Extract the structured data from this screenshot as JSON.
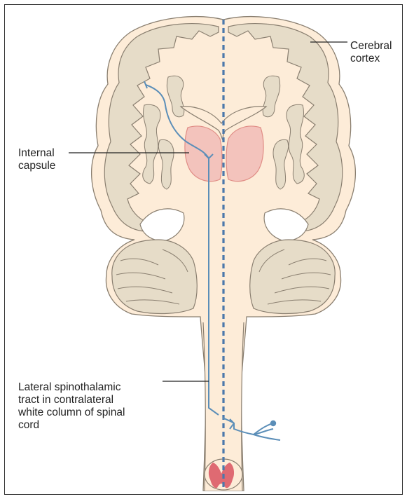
{
  "labels": {
    "cerebral_cortex": "Cerebral\ncortex",
    "internal_capsule": "Internal\ncapsule",
    "lateral_tract": "Lateral spinothalamic\ntract in contralateral\nwhite column of spinal\ncord"
  },
  "colors": {
    "tissue_fill": "#fdecd8",
    "cortex_fill": "#e6dcc8",
    "outline": "#8a7f70",
    "thalamus_fill": "#f3c3bc",
    "thalamus_stroke": "#e08d86",
    "spinal_gray": "#df6a72",
    "tract": "#5b8eb8",
    "midline": "#4b78ab",
    "leader": "#222222"
  }
}
